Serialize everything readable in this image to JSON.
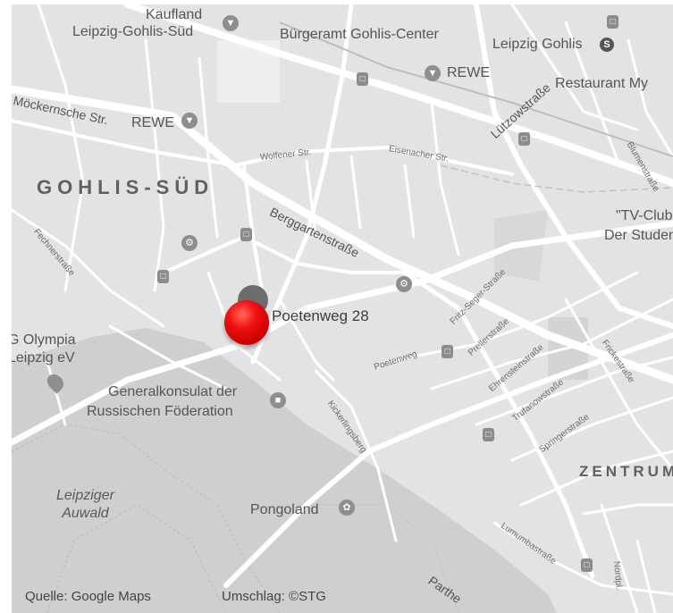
{
  "map": {
    "pin_label": "Poetenweg 28",
    "districts": [
      "GOHLIS-SÜD",
      "ZENTRUM"
    ],
    "places": {
      "kaufland": "Kaufland",
      "gohlis_sued": "Leipzig-Gohlis-Süd",
      "buergeramt": "Bürgeramt Gohlis-Center",
      "leipzig_gohlis": "Leipzig Gohlis",
      "rewe_1": "REWE",
      "rewe_2": "REWE",
      "restaurant": "Restaurant My",
      "tv_club_1": "\"TV-Club",
      "tv_club_2": "Der Studente",
      "olympia_1": "G Olympia",
      "olympia_2": "Leipzig eV",
      "konsulat_1": "Generalkonsulat der",
      "konsulat_2": "Russischen Föderation",
      "auwald_1": "Leipziger",
      "auwald_2": "Auwald",
      "pongoland": "Pongoland"
    },
    "streets": {
      "moeckernsche": "Möckernsche Str.",
      "luetzow": "Lützowstraße",
      "wolfener": "Wolfener Str.",
      "eisenacher": "Eisenacher Str.",
      "berggarten": "Berggartenstraße",
      "fechner": "Fechnerstraße",
      "blumen": "Blumenstraße",
      "fritz_seger": "Fritz-Seger-Straße",
      "preller": "Prellerstraße",
      "poetenweg": "Poetenweg",
      "ehrenstein": "Ehrensteinstraße",
      "fricke": "Frickestraße",
      "trufano": "Trufanowstraße",
      "springer": "Springerstraße",
      "kickerlingsberg": "Kickerlingsberg",
      "lumumba": "Lumumbastraße",
      "nordpl": "Nordpl.",
      "parthe": "Parthe"
    },
    "icons": {
      "shop": "shopping-cart-icon",
      "restaurant": "fork-knife-icon",
      "tram": "tram-icon",
      "sbahn": "s-bahn-icon",
      "consulate": "embassy-icon",
      "zoo": "paw-icon",
      "place": "place-marker-icon",
      "pin": "location-pin-icon"
    },
    "colors": {
      "background": "#e3e3e3",
      "park": "#cfcfcf",
      "road": "#ffffff",
      "pin": "#e41010"
    }
  },
  "credits": {
    "source": "Quelle: Google Maps",
    "cover": "Umschlag: ©STG"
  }
}
